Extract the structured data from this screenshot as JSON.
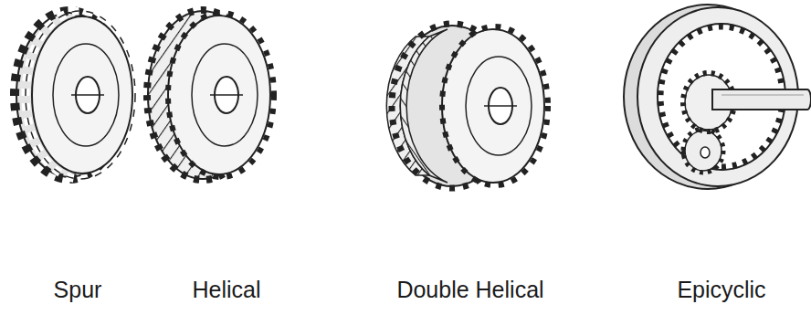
{
  "diagram": {
    "labels": [
      "Spur",
      "Helical",
      "Double Helical",
      "Epicyclic"
    ]
  }
}
